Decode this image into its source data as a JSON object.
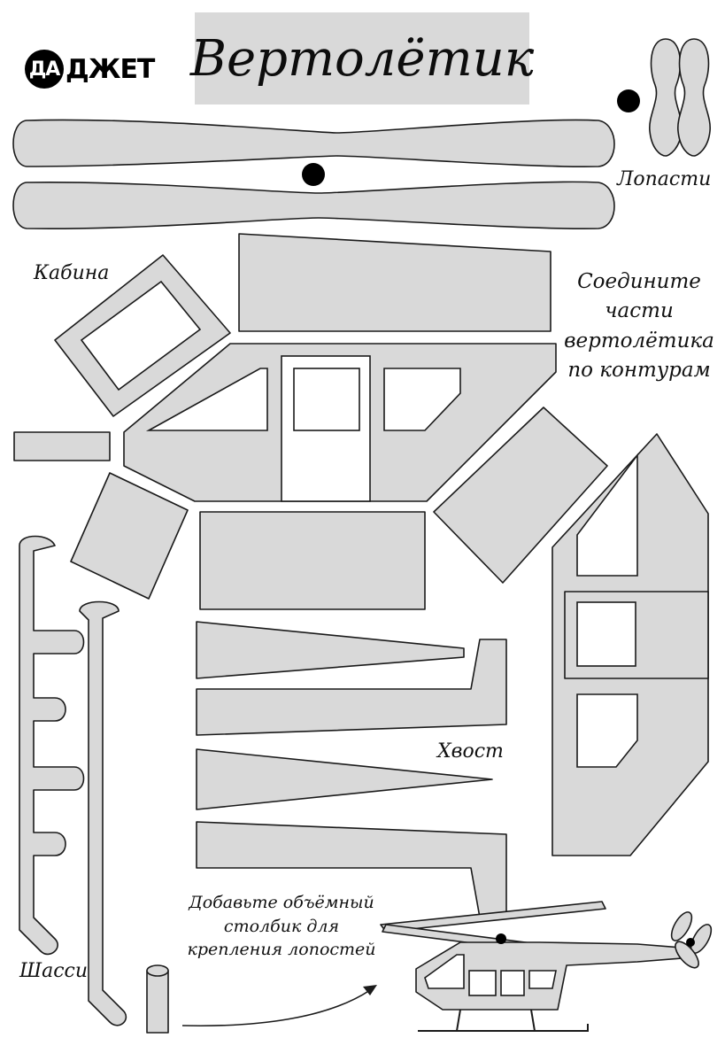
{
  "logo": {
    "circle_text": "ДА",
    "rest_text": "ДЖЕТ"
  },
  "title": "Вертолётик",
  "labels": {
    "blades": "Лопасти",
    "cabin": "Кабина",
    "instructions": [
      "Соедините",
      "части",
      "вертолётика",
      "по контурам"
    ],
    "tail": "Хвост",
    "add_post": [
      "Добавьте объёмный",
      "столбик для",
      "крепления лопостей"
    ],
    "chassis": "Шасси"
  },
  "colors": {
    "piece_fill": "#d9d9d9",
    "outline": "#1a1a1a",
    "hole": "#000000",
    "window": "#ffffff"
  }
}
